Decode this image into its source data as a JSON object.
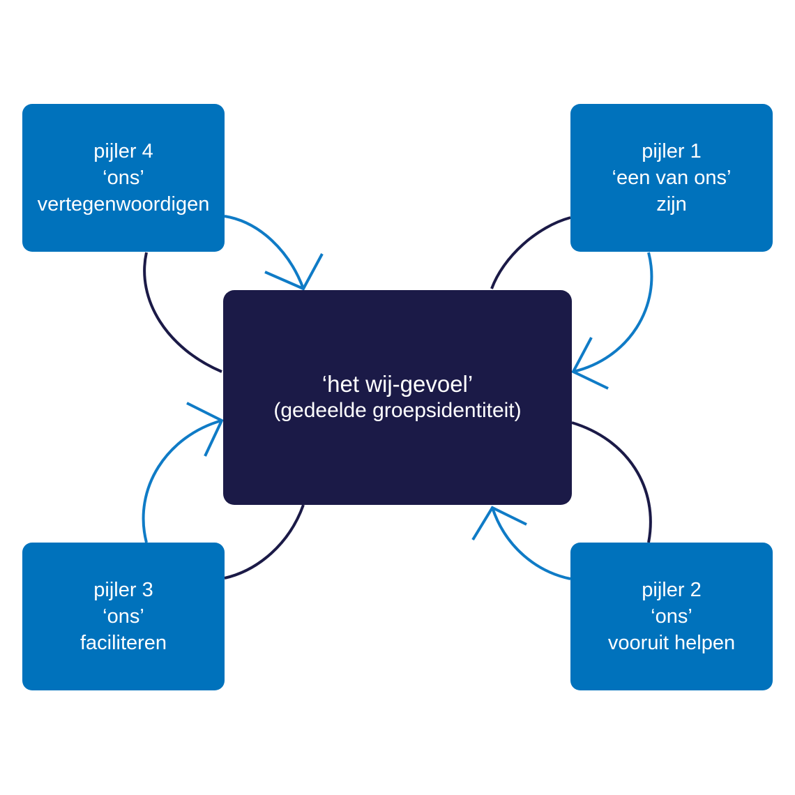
{
  "colors": {
    "pillar_fill": "#0072bc",
    "center_fill": "#1b1a47",
    "arrow_color": "#0f7bc6",
    "loop_color": "#1b1a47",
    "text_color": "#ffffff"
  },
  "center": {
    "line1": "‘het wij-gevoel’",
    "line2": "(gedeelde groepsidentiteit)"
  },
  "pillars": {
    "p1": {
      "line1": "pijler 1",
      "line2": "‘een van ons’",
      "line3": "zijn"
    },
    "p2": {
      "line1": "pijler 2",
      "line2": "‘ons’",
      "line3": "vooruit helpen"
    },
    "p3": {
      "line1": "pijler 3",
      "line2": "‘ons’",
      "line3": "faciliteren"
    },
    "p4": {
      "line1": "pijler 4",
      "line2": "‘ons’",
      "line3": "vertegenwoordigen"
    }
  }
}
